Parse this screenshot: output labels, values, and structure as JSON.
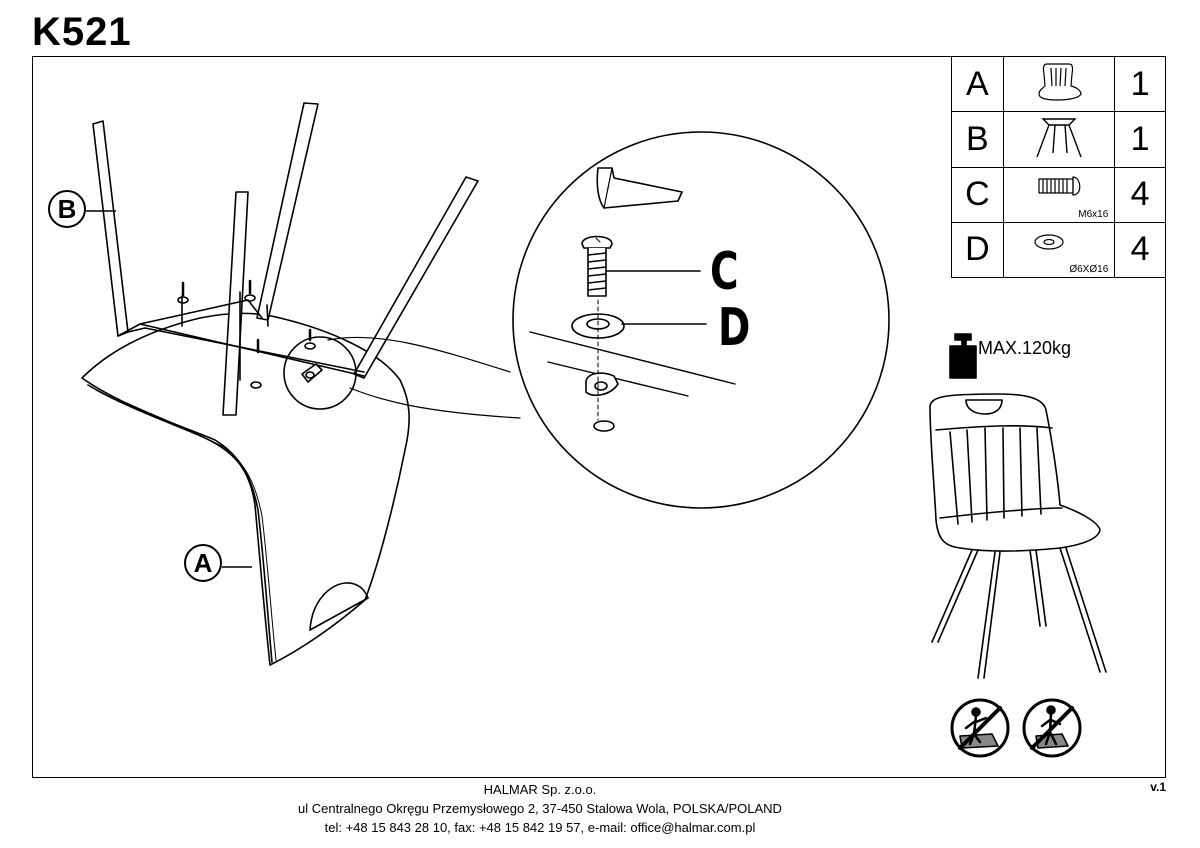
{
  "document": {
    "model": "K521",
    "version": "v.1"
  },
  "parts": [
    {
      "letter": "A",
      "icon": "seat-icon",
      "spec": "",
      "qty": "1"
    },
    {
      "letter": "B",
      "icon": "leg-frame-icon",
      "spec": "",
      "qty": "1"
    },
    {
      "letter": "C",
      "icon": "bolt-icon",
      "spec": "M6x16",
      "qty": "4"
    },
    {
      "letter": "D",
      "icon": "washer-icon",
      "spec": "Ø6XØ16",
      "qty": "4"
    }
  ],
  "callouts": {
    "bolt": "C",
    "washer": "D",
    "legs": "B",
    "seat": "A"
  },
  "load": {
    "icon": "weight-icon",
    "label": "MAX.120kg"
  },
  "warnings": [
    {
      "icon": "no-standing-on-chair-icon"
    },
    {
      "icon": "no-climbing-icon"
    }
  ],
  "footer": {
    "company": "HALMAR Sp. z.o.o.",
    "address": "ul Centralnego Okręgu Przemysłowego 2, 37-450 Stalowa Wola, POLSKA/POLAND",
    "contact": "tel: +48 15 843 28 10, fax: +48 15 842 19 57, e-mail: office@halmar.com.pl"
  }
}
